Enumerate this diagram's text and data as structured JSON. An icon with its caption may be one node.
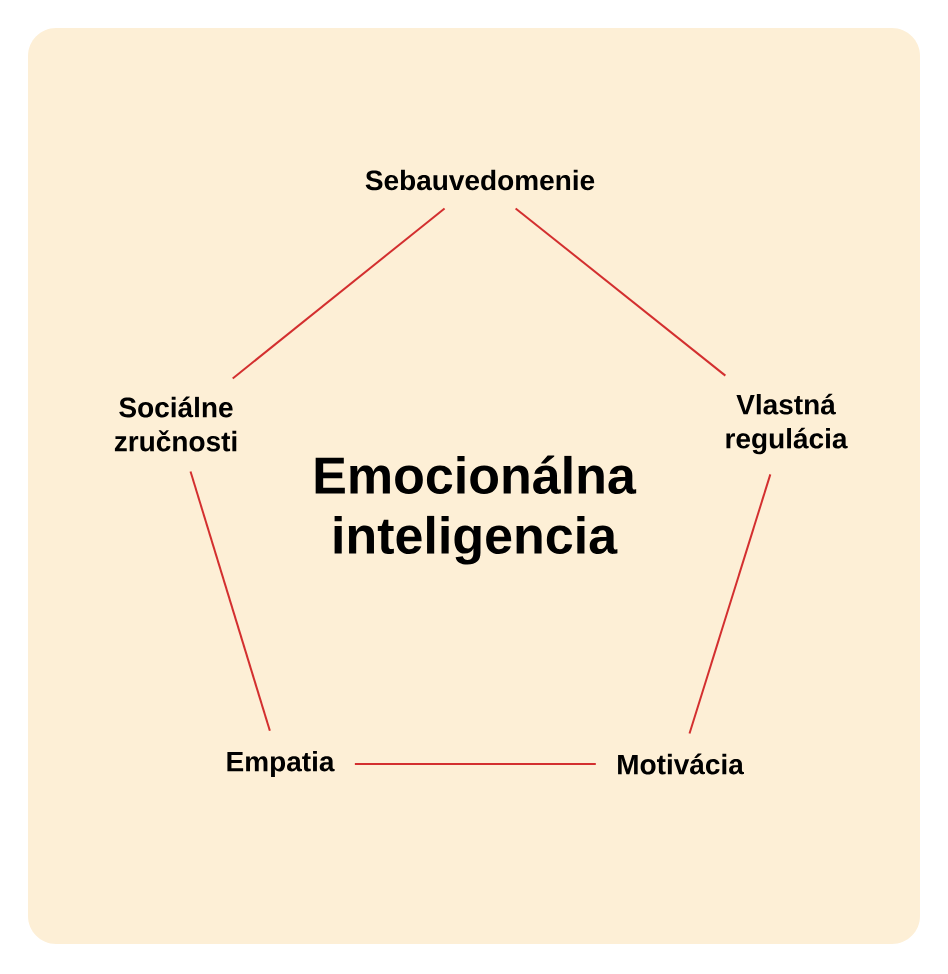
{
  "diagram": {
    "title": "Emocionálna inteligencia",
    "nodes": [
      {
        "text": [
          "Sebauvedomenie"
        ]
      },
      {
        "text": [
          "Vlastná regulácia"
        ]
      },
      {
        "text": [
          "Motivácia"
        ]
      },
      {
        "text": [
          "Empatia"
        ]
      },
      {
        "text": [
          "Sociálne zručnosti"
        ]
      }
    ],
    "edges": [
      {
        "from": 0,
        "to": 1,
        "arrow": "none"
      },
      {
        "from": 1,
        "to": 2,
        "arrow": "none"
      },
      {
        "from": 2,
        "to": 3,
        "arrow": "none"
      },
      {
        "from": 3,
        "to": 4,
        "arrow": "none"
      },
      {
        "from": 4,
        "to": 0,
        "arrow": "none"
      }
    ]
  }
}
